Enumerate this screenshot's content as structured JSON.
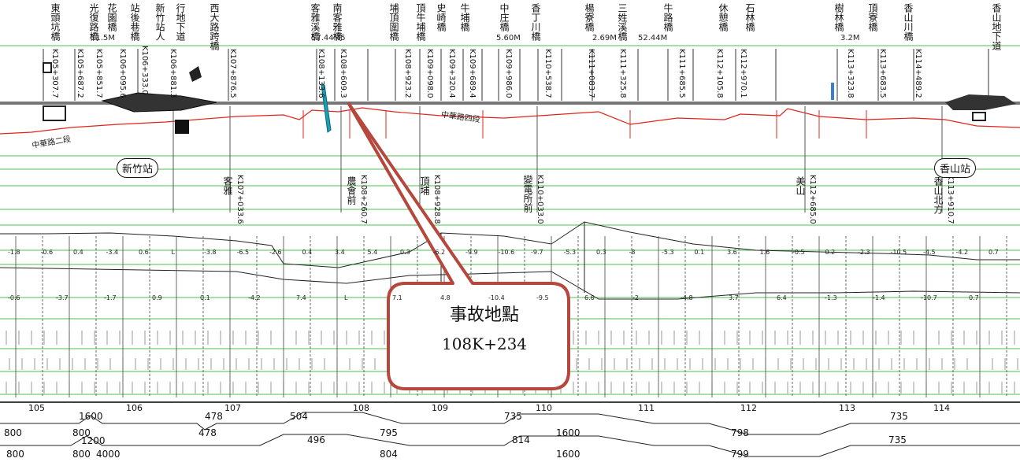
{
  "colors": {
    "track_red": "#e0241b",
    "grid_green": "#4fc24f",
    "callout_red": "#b5473c",
    "callout_fill": "#ffffff",
    "bridge_cyan": "#1a9fb3"
  },
  "top_labels": [
    {
      "id": "l1",
      "text": "東頭坑橋"
    },
    {
      "id": "l2",
      "text": "光復路橋"
    },
    {
      "id": "l3",
      "text": "花園橋"
    },
    {
      "id": "l4",
      "text": "站後巷橋"
    },
    {
      "id": "l5",
      "text": "新竹站人"
    },
    {
      "id": "l6",
      "text": "行地下道"
    },
    {
      "id": "l7",
      "text": "西大路跨橋"
    },
    {
      "id": "l8",
      "text": "客雅溪橋"
    },
    {
      "id": "l9",
      "text": "南客雅橋"
    },
    {
      "id": "l10",
      "text": "埔頂圍橋"
    },
    {
      "id": "l11",
      "text": "頂牛埔橋"
    },
    {
      "id": "l12",
      "text": "史崎橋"
    },
    {
      "id": "l13",
      "text": "牛埔橋"
    },
    {
      "id": "l14",
      "text": "中庄橋"
    },
    {
      "id": "l15",
      "text": "香丁川橋"
    },
    {
      "id": "l16",
      "text": "楊寮橋"
    },
    {
      "id": "l17",
      "text": "三姓溪橋"
    },
    {
      "id": "l18",
      "text": "牛路橋"
    },
    {
      "id": "l19",
      "text": "休憩橋"
    },
    {
      "id": "l20",
      "text": "石林橋"
    },
    {
      "id": "l21",
      "text": "樹林橋"
    },
    {
      "id": "l22",
      "text": "頂寮橋"
    },
    {
      "id": "l23",
      "text": "香山川橋"
    },
    {
      "id": "l24",
      "text": "香山地下道"
    }
  ],
  "small_values": [
    {
      "id": "s1",
      "text": "11.5M"
    },
    {
      "id": "s2",
      "text": "57.44M5"
    },
    {
      "id": "s3",
      "text": "5.60M"
    },
    {
      "id": "s4",
      "text": "2.69M"
    },
    {
      "id": "s5",
      "text": "52.44M"
    },
    {
      "id": "s6",
      "text": "3.2M"
    }
  ],
  "km_codes": [
    {
      "id": "k1",
      "text": "K105+307.7"
    },
    {
      "id": "k2",
      "text": "K105+687.2"
    },
    {
      "id": "k3",
      "text": "K105+851.7"
    },
    {
      "id": "k4",
      "text": "K106+095.6"
    },
    {
      "id": "k5",
      "text": "K106+333.0"
    },
    {
      "id": "k6",
      "text": "K106+881.3"
    },
    {
      "id": "k7",
      "text": "K107+876.5"
    },
    {
      "id": "k8",
      "text": "K108+133.6"
    },
    {
      "id": "k9",
      "text": "K108+609.3"
    },
    {
      "id": "k10",
      "text": "K108+923.2"
    },
    {
      "id": "k11",
      "text": "K109+098.0"
    },
    {
      "id": "k12",
      "text": "K109+320.4"
    },
    {
      "id": "k13",
      "text": "K109+689.4"
    },
    {
      "id": "k14",
      "text": "K109+986.0"
    },
    {
      "id": "k15",
      "text": "K110+538.7"
    },
    {
      "id": "k16",
      "text": "K111+083.7"
    },
    {
      "id": "k17",
      "text": "K111+325.8"
    },
    {
      "id": "k18",
      "text": "K111+685.5"
    },
    {
      "id": "k19",
      "text": "K112+105.8"
    },
    {
      "id": "k20",
      "text": "K112+970.1"
    },
    {
      "id": "k21",
      "text": "K113+323.8"
    },
    {
      "id": "k22",
      "text": "K113+683.5"
    },
    {
      "id": "k23",
      "text": "K114+489.2"
    }
  ],
  "lower_labels": [
    {
      "id": "m1",
      "text": "客雅",
      "code": "K107+033.6"
    },
    {
      "id": "m2",
      "text": "農會前",
      "code": "K108+260.7"
    },
    {
      "id": "m3",
      "text": "頂埔",
      "code": "K108+928.8"
    },
    {
      "id": "m4",
      "text": "變電所前",
      "code": "K110+033.0"
    },
    {
      "id": "m5",
      "text": "美山",
      "code": "K112+685.0"
    },
    {
      "id": "m6",
      "text": "香山北方",
      "code": "K113+910.7"
    }
  ],
  "stations": {
    "hsinchu": "新竹站",
    "xiangshan": "香山站"
  },
  "road_labels": {
    "r1": "中華路二段",
    "r2": "中華路四段"
  },
  "callout": {
    "title": "事故地點",
    "position": "108K+234"
  },
  "km_axis": [
    "105",
    "106",
    "107",
    "108",
    "109",
    "110",
    "111",
    "112",
    "113",
    "114"
  ],
  "curve_top": [
    {
      "id": "c1",
      "text": "1600"
    },
    {
      "id": "c2",
      "text": "478"
    },
    {
      "id": "c3",
      "text": "504"
    },
    {
      "id": "c4",
      "text": "735"
    },
    {
      "id": "c5",
      "text": "735"
    }
  ],
  "curve_mid": [
    {
      "id": "c6",
      "text": "800"
    },
    {
      "id": "c7",
      "text": "800"
    },
    {
      "id": "c8",
      "text": "478"
    },
    {
      "id": "c9",
      "text": "795"
    },
    {
      "id": "c10",
      "text": "1600"
    },
    {
      "id": "c11",
      "text": "798"
    }
  ],
  "curve_top2": [
    {
      "id": "c12",
      "text": "1200"
    },
    {
      "id": "c13",
      "text": "496"
    },
    {
      "id": "c14",
      "text": "814"
    },
    {
      "id": "c15",
      "text": "735"
    }
  ],
  "curve_bot": [
    {
      "id": "c16",
      "text": "800"
    },
    {
      "id": "c17",
      "text": "800"
    },
    {
      "id": "c18",
      "text": "4000"
    },
    {
      "id": "c19",
      "text": "804"
    },
    {
      "id": "c20",
      "text": "1600"
    },
    {
      "id": "c21",
      "text": "799"
    }
  ],
  "grade_values": [
    "-1.8",
    "-0.6",
    "0.4",
    "-3.4",
    "0.6",
    "L",
    "-3.8",
    "-6.5",
    "-2.6",
    "0.4",
    "3.4",
    "5.4",
    "0.3",
    "-6.2",
    "-9.9",
    "-10.6",
    "-9.7",
    "-5.3",
    "0.3",
    "-8",
    "-5.3",
    "0.1",
    "3.6",
    "1.6",
    "-0.5",
    "0.2",
    "-2.3",
    "-10.5",
    "-4.5",
    "-4.2",
    "0.7"
  ],
  "grade_values2": [
    "-0.6",
    "-3.7",
    "-1.7",
    "0.9",
    "0.1",
    "-4.2",
    "7.4",
    "L",
    "7.1",
    "4.8",
    "-10.4",
    "-9.5",
    "6.6",
    "-2",
    "-4.8",
    "3.7",
    "6.4",
    "-1.3",
    "-1.4",
    "-10.7",
    "0.7"
  ]
}
